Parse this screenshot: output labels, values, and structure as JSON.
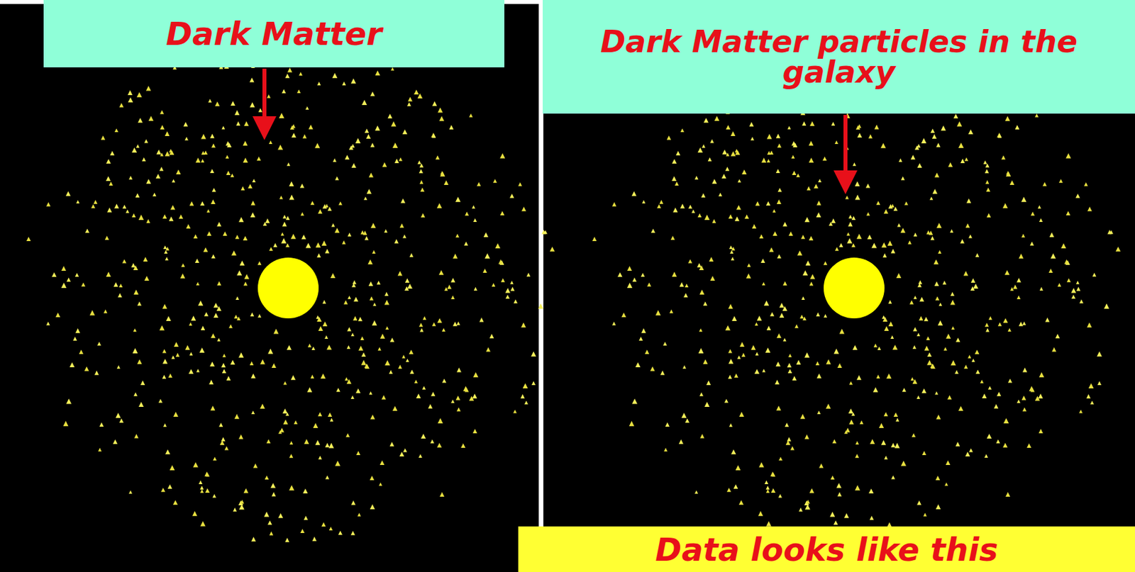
{
  "diagram": {
    "nodes": [
      {
        "text": [
          "Dark Matter"
        ]
      },
      {
        "text": [
          "Dark Matter particles in the galaxy"
        ]
      },
      {
        "text": [
          "Data looks like this"
        ]
      }
    ]
  }
}
